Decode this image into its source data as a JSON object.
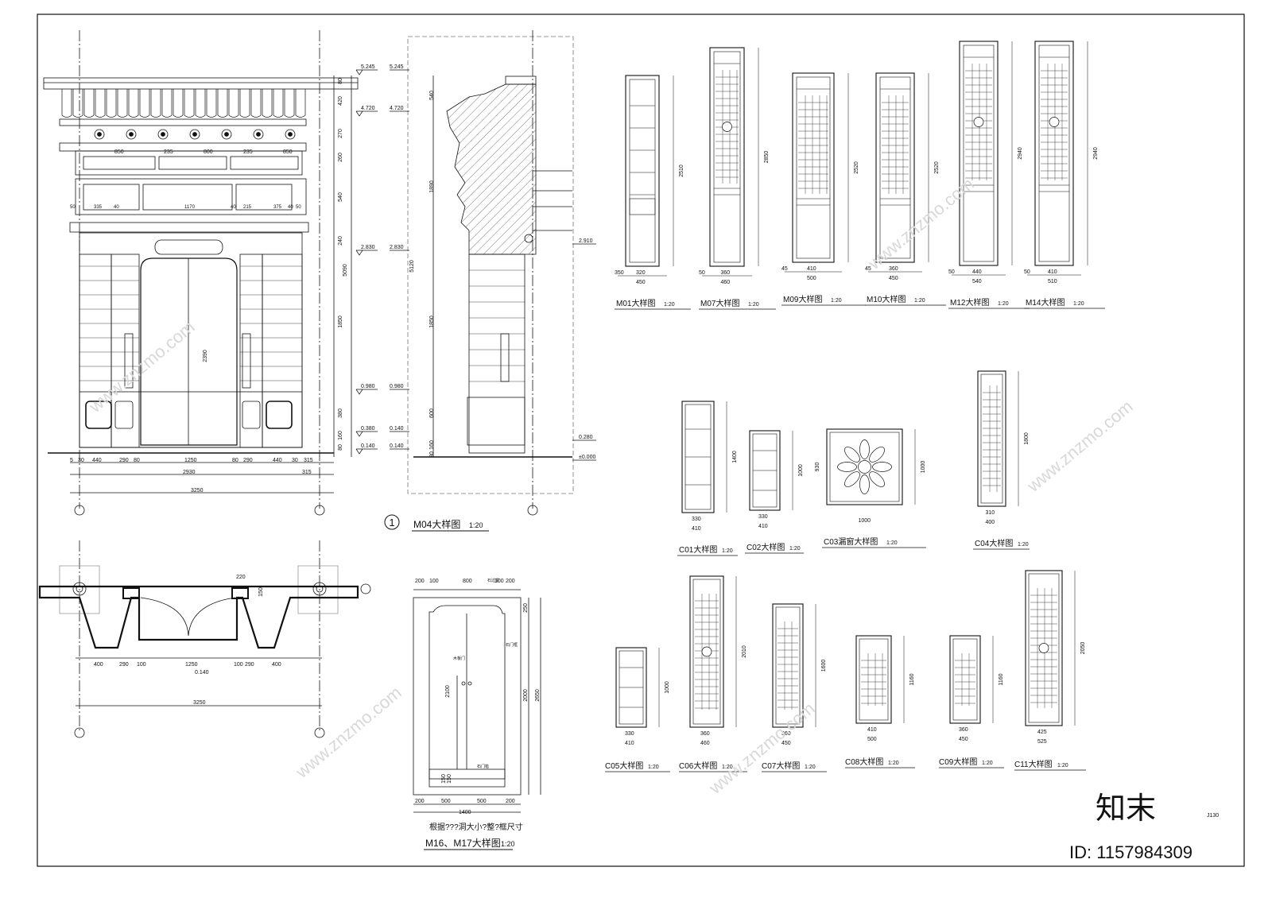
{
  "m04": {
    "label": "M04大样图",
    "scale": "1:20",
    "num": "1",
    "elev_levels": [
      "5.245",
      "4.720",
      "2.830",
      "0.980",
      "0.380",
      "0.140"
    ],
    "side_levels": [
      "5.245",
      "4.720",
      "2.830",
      "0.980",
      "0.140",
      "0.140"
    ],
    "right_levels": [
      "2.910",
      "0.280",
      "±0.000"
    ],
    "top_dims": [
      "850",
      "235",
      "800",
      "235",
      "850"
    ],
    "row2_dims": [
      "50",
      "335",
      "40",
      "1170",
      "40",
      "215",
      "375",
      "40",
      "50"
    ],
    "bottom_dims": [
      "5",
      "30",
      "440",
      "290",
      "80",
      "1250",
      "80",
      "290",
      "440",
      "30",
      "315"
    ],
    "total_2930": "2930",
    "total_315": "315",
    "total_3250": "3250",
    "right_vdims": [
      "80",
      "420",
      "270",
      "260",
      "540",
      "240",
      "1850",
      "380",
      "160",
      "80"
    ],
    "total_5090": "5090",
    "door_h": "2390",
    "side_vdims": [
      "540",
      "1890",
      "5120",
      "1850",
      "600",
      "160",
      "80"
    ],
    "plan_dims": [
      "400",
      "290",
      "100",
      "1250",
      "100",
      "290",
      "400"
    ],
    "plan_220": "220",
    "plan_150": "150",
    "plan_level": "0.140",
    "plan_total": "3250"
  },
  "m16": {
    "label": "M16、M17大样图",
    "scale": "1:20",
    "note": "根据???洞大小?整?框尺寸",
    "top_dims": [
      "200",
      "100",
      "800",
      "100",
      "200"
    ],
    "bottom_dims": [
      "200",
      "500",
      "500",
      "200"
    ],
    "total_w": "1400",
    "vdims": [
      "250",
      "2000",
      "2650",
      "150",
      "150",
      "2100"
    ],
    "callouts": [
      "石过梁",
      "石门框",
      "木板门",
      "石门槛"
    ]
  },
  "doors": [
    {
      "label": "M01大样图",
      "scale": "1:20",
      "w": "450",
      "inner": "320",
      "side": "350",
      "h": "2510"
    },
    {
      "label": "M07大样图",
      "scale": "1:20",
      "w": "460",
      "inner": "360",
      "side": "50",
      "h": "2850"
    },
    {
      "label": "M09大样图",
      "scale": "1:20",
      "w": "500",
      "inner": "410",
      "side": "45",
      "h": "2520"
    },
    {
      "label": "M10大样图",
      "scale": "1:20",
      "w": "450",
      "inner": "360",
      "side": "45",
      "h": "2520"
    },
    {
      "label": "M12大样图",
      "scale": "1:20",
      "w": "540",
      "inner": "440",
      "side": "50",
      "h": "2940"
    },
    {
      "label": "M14大样图",
      "scale": "1:20",
      "w": "510",
      "inner": "410",
      "side": "50",
      "h": "2940"
    }
  ],
  "windows_row1": [
    {
      "label": "C01大样图",
      "scale": "1:20",
      "w": "410",
      "inner": "330",
      "h": "1400"
    },
    {
      "label": "C02大样图",
      "scale": "1:20",
      "w": "410",
      "inner": "330",
      "h": "1000"
    },
    {
      "label": "C03漏窗大样图",
      "scale": "1:20",
      "w": "1000",
      "h": "1000",
      "inner_h": "930"
    },
    {
      "label": "C04大样图",
      "scale": "1:20",
      "w": "400",
      "inner": "310",
      "h": "1800"
    }
  ],
  "windows_row2": [
    {
      "label": "C05大样图",
      "scale": "1:20",
      "w": "410",
      "inner": "330",
      "h": "1000"
    },
    {
      "label": "C06大样图",
      "scale": "1:20",
      "w": "460",
      "inner": "360",
      "h": "2010"
    },
    {
      "label": "C07大样图",
      "scale": "1:20",
      "w": "450",
      "inner": "360",
      "h": "1600"
    },
    {
      "label": "C08大样图",
      "scale": "1:20",
      "w": "500",
      "inner": "410",
      "h": "1160"
    },
    {
      "label": "C09大样图",
      "scale": "1:20",
      "w": "450",
      "inner": "360",
      "h": "1160"
    },
    {
      "label": "C11大样图",
      "scale": "1:20",
      "w": "525",
      "inner": "425",
      "h": "2050"
    }
  ],
  "watermark": {
    "brand": "知末",
    "id_text": "ID: 1157984309",
    "site": "www.znzmo.com",
    "sheet_code": "J130"
  }
}
